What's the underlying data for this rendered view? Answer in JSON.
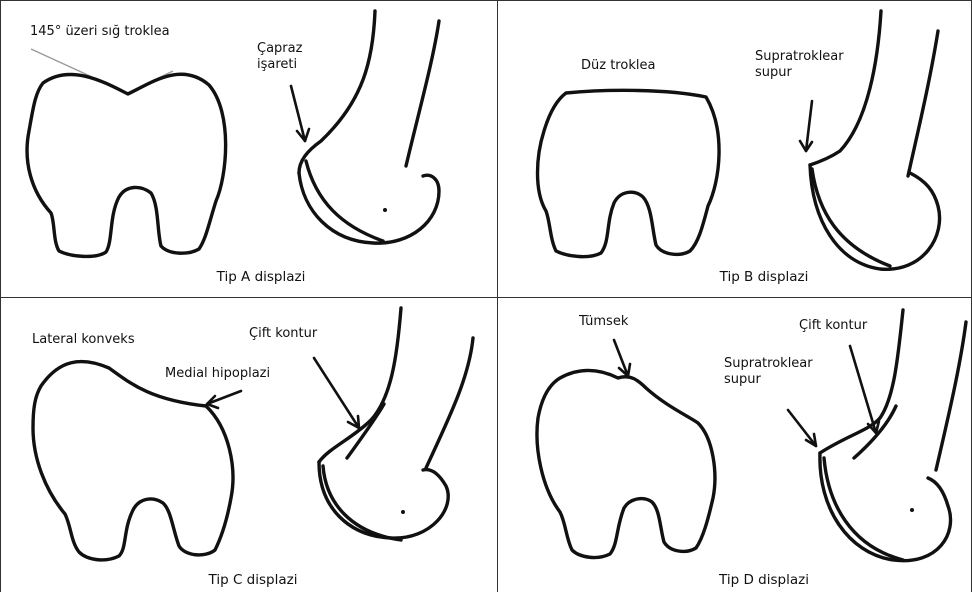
{
  "panels": {
    "a": {
      "caption": "Tip A displazi",
      "labels": {
        "angle": "145° üzeri sığ troklea",
        "crossing": "Çapraz\nişareti"
      }
    },
    "b": {
      "caption": "Tip B displazi",
      "labels": {
        "flat": "Düz troklea",
        "spur": "Supratroklear\nsupur"
      }
    },
    "c": {
      "caption": "Tip C displazi",
      "labels": {
        "lateral": "Lateral konveks",
        "medial": "Medial hipoplazi",
        "double": "Çift kontur"
      }
    },
    "d": {
      "caption": "Tip D displazi",
      "labels": {
        "bump": "Tümsek",
        "double": "Çift kontur",
        "spur": "Supratroklear\nsupur"
      }
    }
  },
  "colors": {
    "line": "#111111",
    "guide": "#9a9a9a",
    "border": "#333333"
  }
}
